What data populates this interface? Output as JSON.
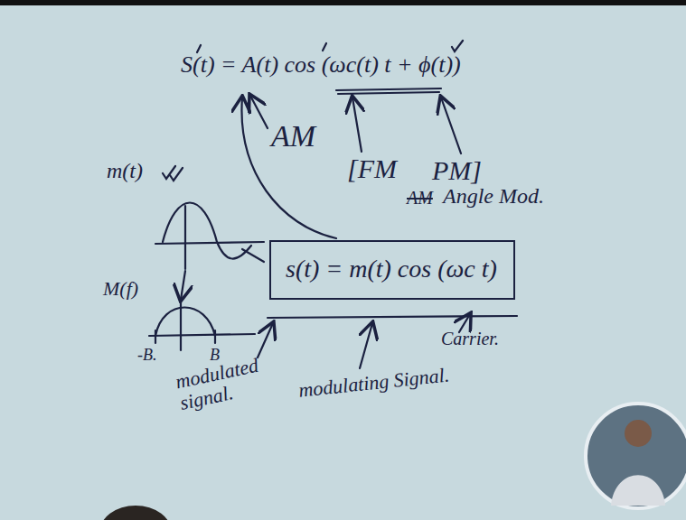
{
  "diagram": {
    "nodes": [
      {
        "text": [
          "s(t) = m(t) cos (ωc t)"
        ]
      }
    ],
    "labels": [
      "S(t) = A(t) cos (ωc(t) t + ϕ(t))",
      "AM",
      "[FM",
      "PM]",
      "AM",
      "Angle Mod.",
      "m(t)",
      "M(f)",
      "-B.",
      "B",
      "modulated signal.",
      "modulating Signal.",
      "Carrier."
    ]
  }
}
